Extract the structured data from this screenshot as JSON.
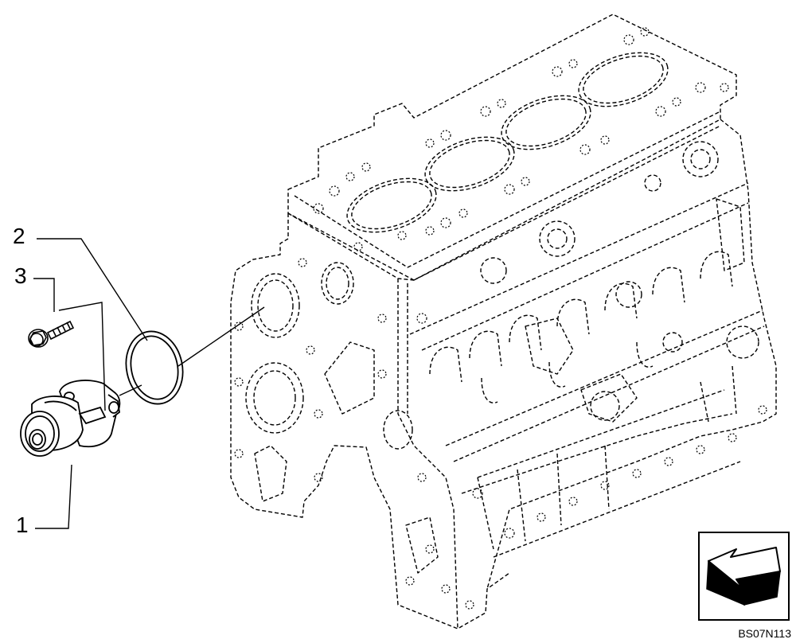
{
  "callouts": [
    {
      "id": "1",
      "label": "1"
    },
    {
      "id": "2",
      "label": "2"
    },
    {
      "id": "3",
      "label": "3"
    }
  ],
  "reference_code": "BS07N113",
  "icons": [
    "engine-block-icon",
    "water-pump-icon",
    "o-ring-seal-icon",
    "bolt-icon",
    "direction-arrow-icon"
  ]
}
